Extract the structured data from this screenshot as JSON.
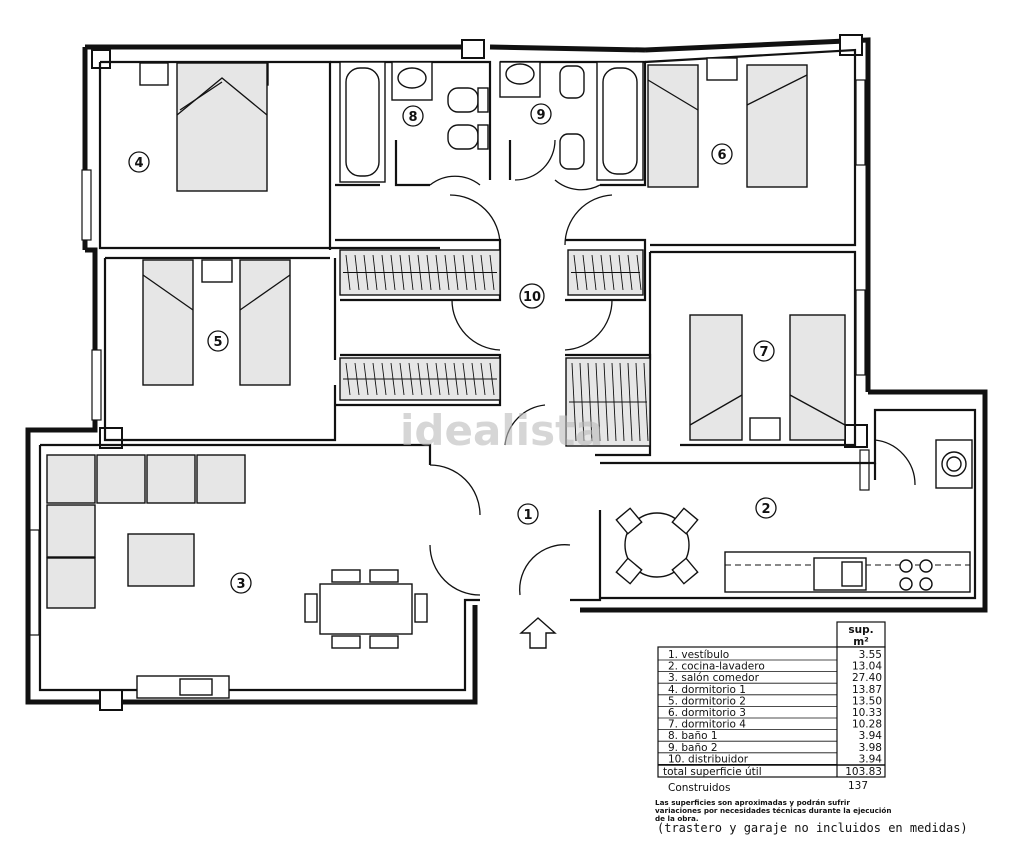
{
  "rooms": [
    {
      "num": "1"
    },
    {
      "num": "2"
    },
    {
      "num": "3"
    },
    {
      "num": "4"
    },
    {
      "num": "5"
    },
    {
      "num": "6"
    },
    {
      "num": "7"
    },
    {
      "num": "8"
    },
    {
      "num": "9"
    },
    {
      "num": "10"
    }
  ],
  "legend": {
    "header_line1": "sup.",
    "header_line2": "m²",
    "rows": [
      {
        "label": "1. vestíbulo",
        "value": "3.55"
      },
      {
        "label": "2. cocina-lavadero",
        "value": "13.04"
      },
      {
        "label": "3. salón comedor",
        "value": "27.40"
      },
      {
        "label": "4. dormitorio 1",
        "value": "13.87"
      },
      {
        "label": "5. dormitorio 2",
        "value": "13.50"
      },
      {
        "label": "6. dormitorio 3",
        "value": "10.33"
      },
      {
        "label": "7. dormitorio 4",
        "value": "10.28"
      },
      {
        "label": "8. baño 1",
        "value": "3.94"
      },
      {
        "label": "9. baño 2",
        "value": "3.98"
      },
      {
        "label": "10. distribuidor",
        "value": "3.94"
      }
    ],
    "total_label": "total superficie útil",
    "total_value": "103.83",
    "built_label": "Construidos",
    "built_value": "137"
  },
  "notes": {
    "disclaimer": "Las superficies son aproximadas y podrán sufrir variaciones por necesidades técnicas durante la ejecución de la obra.",
    "excluded": "(trastero y garaje no incluidos en medidas)"
  },
  "watermark": "idealista"
}
